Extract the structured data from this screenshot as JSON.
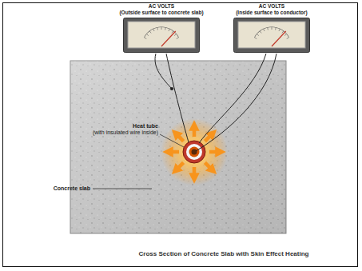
{
  "diagram": {
    "caption": "Cross Section of Concrete Slab with Skin Effect Heating",
    "nodes": [
      {
        "text": [
          "AC VOLTS",
          "(Outside surface to concrete slab)"
        ]
      },
      {
        "text": [
          "AC VOLTS",
          "(Inside surface to conductor)"
        ]
      }
    ],
    "labels": [
      "Heat tube",
      "(with insulated wire inside)",
      "Concrete slab"
    ]
  }
}
